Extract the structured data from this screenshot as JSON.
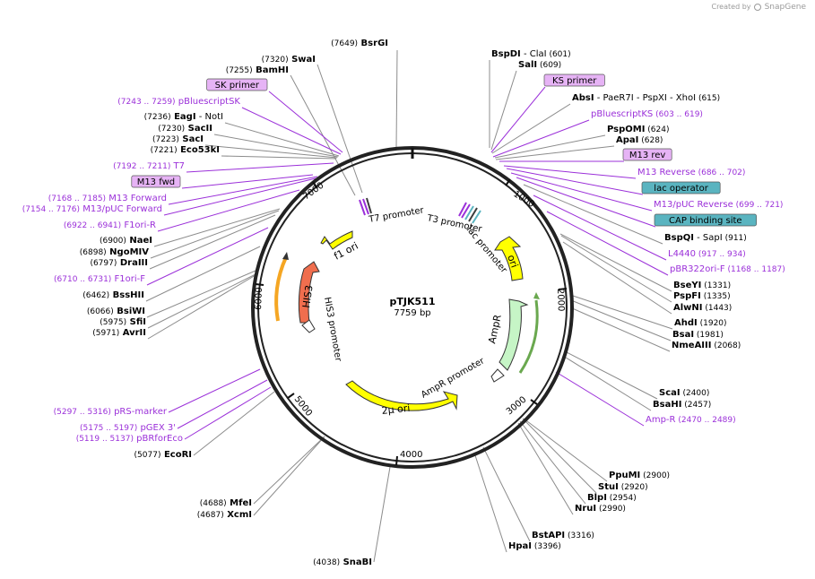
{
  "brand": {
    "created_by": "Created by",
    "name": "SnapGene"
  },
  "plasmid": {
    "name": "pTJK511",
    "size_label": "7759 bp",
    "length": 7759
  },
  "colors": {
    "purple": "#9b30d9",
    "enzyme_line": "#8c8c8c",
    "yellow": "#ffff00",
    "orange": "#f5a623",
    "his3": "#f06e4e",
    "ampr": "#c6f5c6",
    "teal": "#5ab4c0",
    "green_arrow": "#6aa84f",
    "box_purple": "#e6b3f5"
  },
  "ticks": [
    {
      "label": "1000"
    },
    {
      "label": "2000"
    },
    {
      "label": "3000"
    },
    {
      "label": "4000"
    },
    {
      "label": "5000"
    },
    {
      "label": "6000"
    },
    {
      "label": "7000"
    }
  ],
  "features": [
    {
      "label": "f1 ori",
      "color": "yellow",
      "type": "feature"
    },
    {
      "label": "ori",
      "color": "yellow",
      "type": "feature"
    },
    {
      "label": "2μ ori",
      "color": "yellow",
      "type": "feature"
    },
    {
      "label": "HIS3",
      "color": "his3",
      "type": "feature"
    },
    {
      "label": "AmpR",
      "color": "ampr",
      "type": "feature"
    },
    {
      "label": "T7 promoter",
      "color": "white",
      "type": "promoter"
    },
    {
      "label": "T3 promoter",
      "color": "white",
      "type": "promoter"
    },
    {
      "label": "lac promoter",
      "color": "white",
      "type": "promoter"
    },
    {
      "label": "HIS3 promoter",
      "color": "white",
      "type": "promoter"
    },
    {
      "label": "AmpR promoter",
      "color": "white",
      "type": "promoter"
    }
  ],
  "labels": [
    {
      "type": "enzyme",
      "pos": "(7649)",
      "name": "BsrGI"
    },
    {
      "type": "enzyme",
      "pos": "(7320)",
      "name": "SwaI"
    },
    {
      "type": "enzyme",
      "pos": "(7255)",
      "name": "BamHI"
    },
    {
      "type": "box",
      "name": "SK primer"
    },
    {
      "type": "feature",
      "name": "pBluescriptSK",
      "pos": "(7243 .. 7259)"
    },
    {
      "type": "enzyme",
      "pos": "(7236)",
      "name": "EagI",
      "extra": "- NotI"
    },
    {
      "type": "enzyme",
      "pos": "(7230)",
      "name": "SacII"
    },
    {
      "type": "enzyme",
      "pos": "(7223)",
      "name": "SacI"
    },
    {
      "type": "enzyme",
      "pos": "(7221)",
      "name": "Eco53kI"
    },
    {
      "type": "feature",
      "name": "T7",
      "pos": "(7192 .. 7211)"
    },
    {
      "type": "box",
      "name": "M13 fwd"
    },
    {
      "type": "feature",
      "name": "M13 Forward",
      "pos": "(7168 .. 7185)"
    },
    {
      "type": "feature",
      "name": "M13/pUC Forward",
      "pos": "(7154 .. 7176)"
    },
    {
      "type": "feature",
      "name": "F1ori-R",
      "pos": "(6922 .. 6941)"
    },
    {
      "type": "enzyme",
      "pos": "(6900)",
      "name": "NaeI"
    },
    {
      "type": "enzyme",
      "pos": "(6898)",
      "name": "NgoMIV"
    },
    {
      "type": "enzyme",
      "pos": "(6797)",
      "name": "DraIII"
    },
    {
      "type": "feature",
      "name": "F1ori-F",
      "pos": "(6710 .. 6731)"
    },
    {
      "type": "enzyme",
      "pos": "(6462)",
      "name": "BssHII"
    },
    {
      "type": "enzyme",
      "pos": "(6066)",
      "name": "BsiWI"
    },
    {
      "type": "enzyme",
      "pos": "(5975)",
      "name": "SfiI"
    },
    {
      "type": "enzyme",
      "pos": "(5971)",
      "name": "AvrII"
    },
    {
      "type": "feature",
      "name": "pRS-marker",
      "pos": "(5297 .. 5316)"
    },
    {
      "type": "feature",
      "name": "pGEX 3'",
      "pos": "(5175 .. 5197)"
    },
    {
      "type": "feature",
      "name": "pBRforEco",
      "pos": "(5119 .. 5137)"
    },
    {
      "type": "enzyme",
      "pos": "(5077)",
      "name": "EcoRI"
    },
    {
      "type": "enzyme",
      "pos": "(4688)",
      "name": "MfeI"
    },
    {
      "type": "enzyme",
      "pos": "(4687)",
      "name": "XcmI"
    },
    {
      "type": "enzyme",
      "pos": "(4038)",
      "name": "SnaBI"
    },
    {
      "type": "enzyme",
      "name": "BspDI",
      "extra": "- ClaI",
      "pos": "(601)"
    },
    {
      "type": "enzyme",
      "name": "SalI",
      "pos": "(609)"
    },
    {
      "type": "box",
      "name": "KS primer"
    },
    {
      "type": "enzyme",
      "name": "AbsI",
      "extra": "- PaeR7I   - PspXI   - XhoI",
      "pos": "(615)"
    },
    {
      "type": "feature",
      "name": "pBluescriptKS",
      "pos": "(603 .. 619)"
    },
    {
      "type": "enzyme",
      "name": "PspOMI",
      "pos": "(624)"
    },
    {
      "type": "enzyme",
      "name": "ApaI",
      "pos": "(628)"
    },
    {
      "type": "box",
      "name": "M13 rev"
    },
    {
      "type": "feature",
      "name": "M13 Reverse",
      "pos": "(686 .. 702)"
    },
    {
      "type": "tealbox",
      "name": "lac operator"
    },
    {
      "type": "feature",
      "name": "M13/pUC Reverse",
      "pos": "(699 .. 721)"
    },
    {
      "type": "tealbox",
      "name": "CAP binding site"
    },
    {
      "type": "enzyme",
      "name": "BspQI",
      "extra": "- SapI",
      "pos": "(911)"
    },
    {
      "type": "feature",
      "name": "L4440",
      "pos": "(917 .. 934)"
    },
    {
      "type": "feature",
      "name": "pBR322ori-F",
      "pos": "(1168 .. 1187)"
    },
    {
      "type": "enzyme",
      "name": "BseYI",
      "pos": "(1331)"
    },
    {
      "type": "enzyme",
      "name": "PspFI",
      "pos": "(1335)"
    },
    {
      "type": "enzyme",
      "name": "AlwNI",
      "pos": "(1443)"
    },
    {
      "type": "enzyme",
      "name": "AhdI",
      "pos": "(1920)"
    },
    {
      "type": "enzyme",
      "name": "BsaI",
      "pos": "(1981)"
    },
    {
      "type": "enzyme",
      "name": "NmeAIII",
      "pos": "(2068)"
    },
    {
      "type": "enzyme",
      "name": "ScaI",
      "pos": "(2400)"
    },
    {
      "type": "enzyme",
      "name": "BsaHI",
      "pos": "(2457)"
    },
    {
      "type": "feature",
      "name": "Amp-R",
      "pos": "(2470 .. 2489)"
    },
    {
      "type": "enzyme",
      "name": "PpuMI",
      "pos": "(2900)"
    },
    {
      "type": "enzyme",
      "name": "StuI",
      "pos": "(2920)"
    },
    {
      "type": "enzyme",
      "name": "BlpI",
      "pos": "(2954)"
    },
    {
      "type": "enzyme",
      "name": "NruI",
      "pos": "(2990)"
    },
    {
      "type": "enzyme",
      "name": "BstAPI",
      "pos": "(3316)"
    },
    {
      "type": "enzyme",
      "name": "HpaI",
      "pos": "(3396)"
    }
  ]
}
